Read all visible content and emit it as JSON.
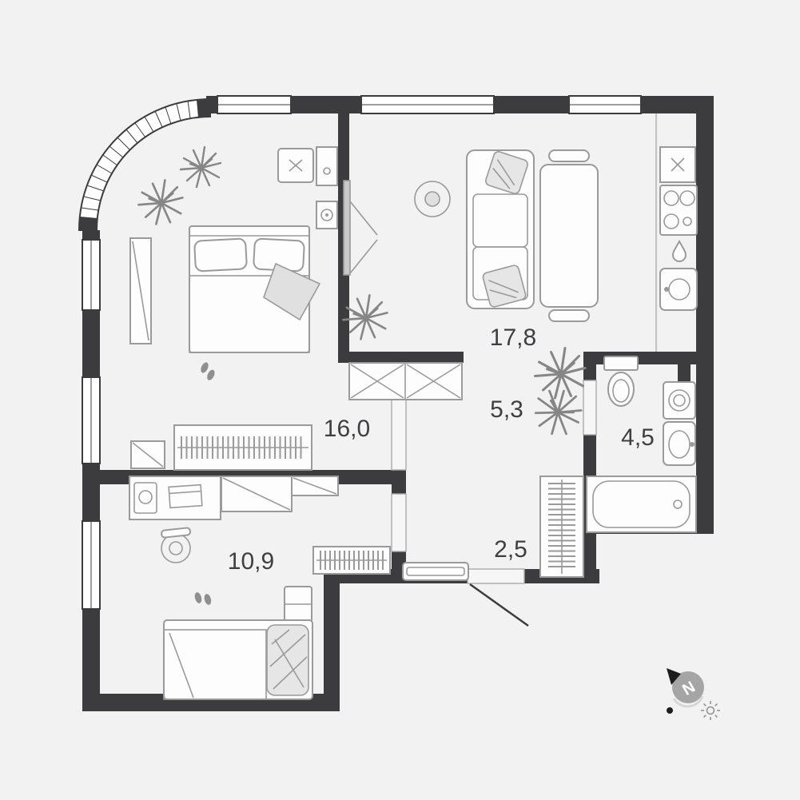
{
  "colors": {
    "background": "#f2f2f2",
    "walls": "#3c3c3e",
    "furniture_stroke": "#9a9a9a",
    "window_fill": "#ffffff",
    "label_text": "#3f3f42"
  },
  "rooms": [
    {
      "id": "living-kitchen",
      "area": "17,8"
    },
    {
      "id": "bedroom-main",
      "area": "16,0"
    },
    {
      "id": "hallway",
      "area": "5,3"
    },
    {
      "id": "bathroom",
      "area": "4,5"
    },
    {
      "id": "entry-corridor",
      "area": "2,5"
    },
    {
      "id": "bedroom-second",
      "area": "10,9"
    }
  ],
  "compass": {
    "north_label": "N"
  }
}
